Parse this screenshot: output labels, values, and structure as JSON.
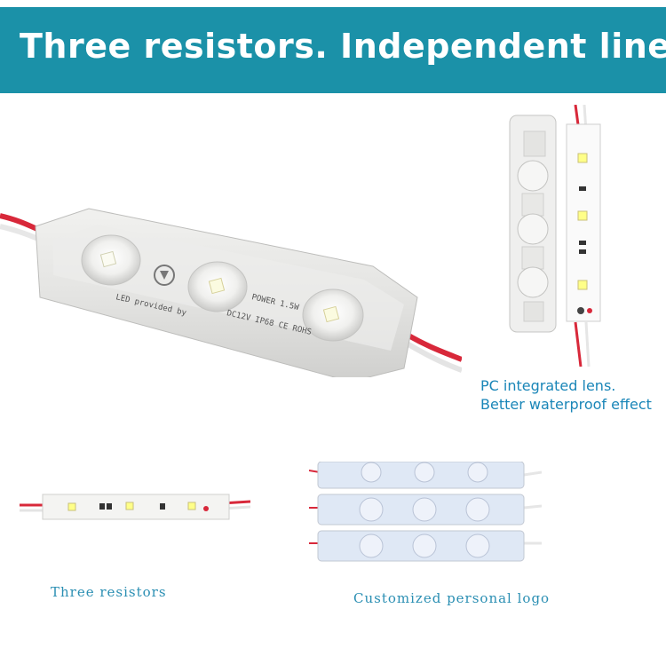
{
  "banner": {
    "title": "Three resistors. Independent line"
  },
  "side_caption": {
    "line1": "PC integrated lens.",
    "line2": "Better waterproof effect"
  },
  "bottom_captions": {
    "left": "Three resistors",
    "right": "Customized personal logo"
  },
  "module_printing": {
    "logo_text": "LED provided by",
    "power_text": "POWER 1.5W",
    "spec_text": "DC12V IP68 CE ROHS"
  },
  "colors": {
    "banner": "#1b91a8",
    "caption": "#1a86b8",
    "wire_red": "#d8283a"
  }
}
